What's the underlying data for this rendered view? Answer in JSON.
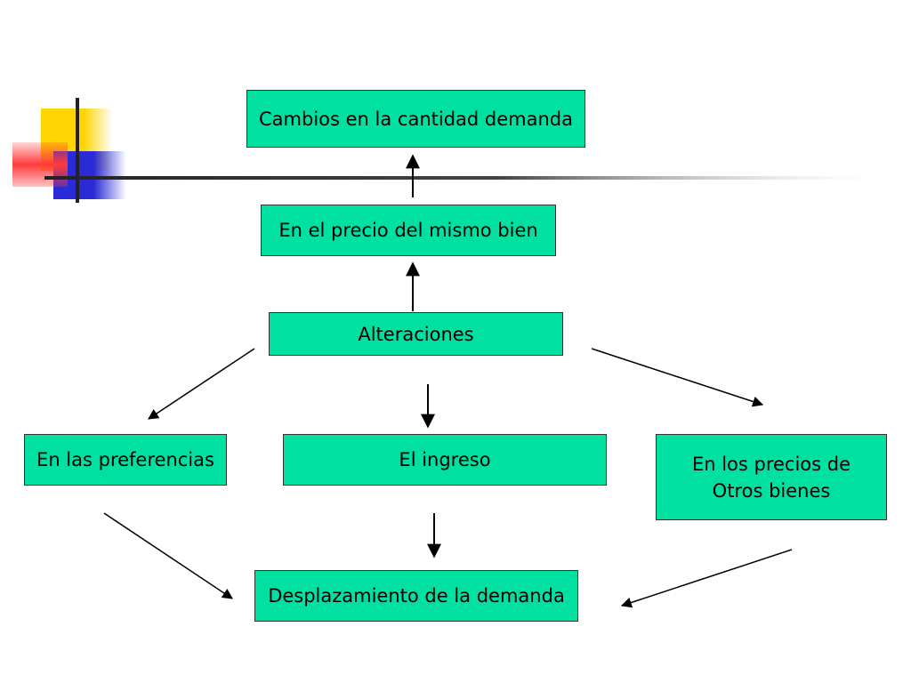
{
  "boxes": {
    "qty_change": "Cambios en la cantidad demanda",
    "own_price": "En el precio del mismo bien",
    "alterations": "Alteraciones",
    "preferences": "En las preferencias",
    "income": "El ingreso",
    "other_prices_line1": "En los precios de",
    "other_prices_line2": "Otros bienes",
    "demand_shift": "Desplazamiento de la demanda"
  },
  "colors": {
    "box_fill": "#00e0a0",
    "deco_yellow": "#ffd400",
    "deco_red": "#ff3b3b",
    "deco_blue": "#2a2ad6"
  }
}
